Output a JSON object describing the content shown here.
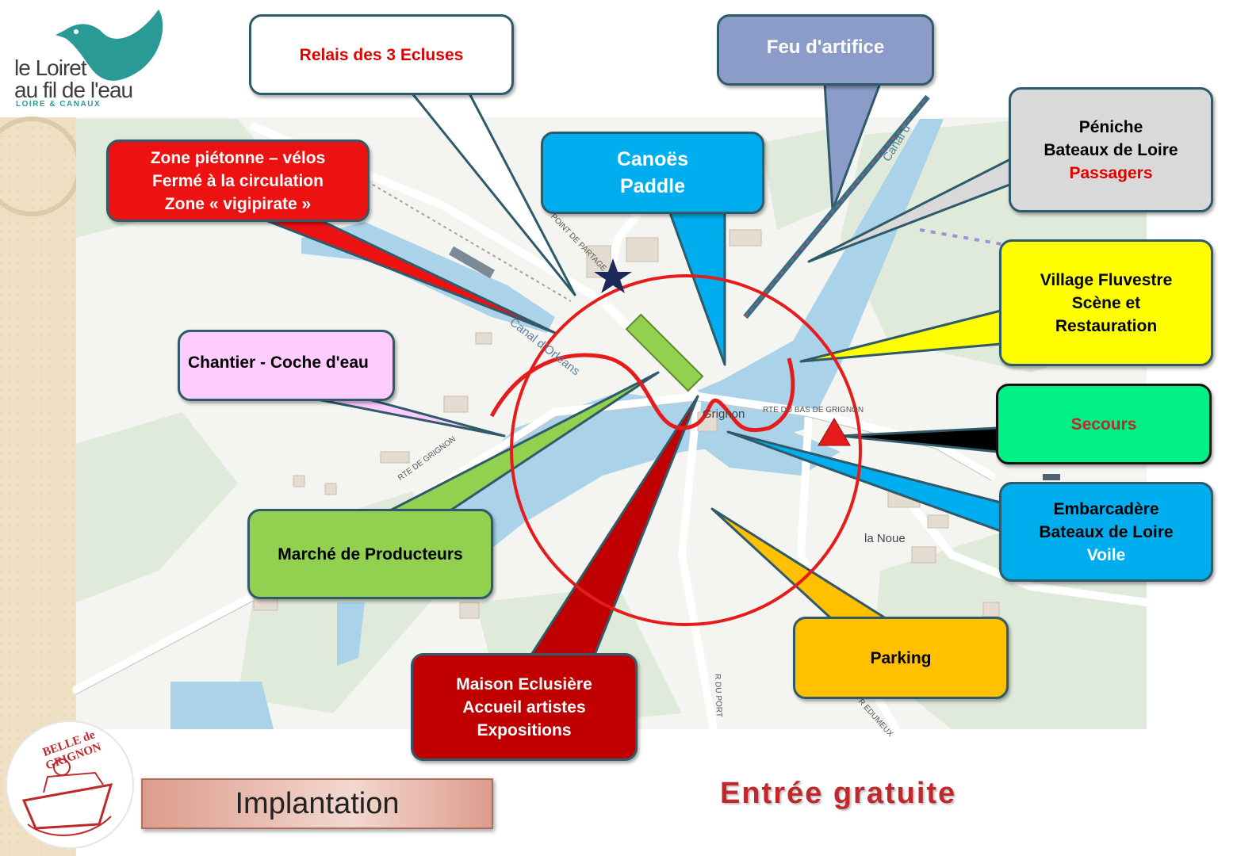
{
  "logo": {
    "line1": "le Loiret",
    "line2": "au fil de l'eau",
    "tagline": "LOIRE & CANAUX",
    "accent": "#2a9a96"
  },
  "badge": {
    "text": "BELLE de GRIGNON",
    "color": "#c0282d"
  },
  "title_box": {
    "label": "Implantation"
  },
  "footer": {
    "entry": "Entrée gratuite",
    "color": "#c0282d"
  },
  "map_labels": {
    "canal": "Canal d'Orléans",
    "canal_short": "Canal d'",
    "village": "Grignon",
    "hamlet": "la Noue",
    "road_grignon": "RTE DE GRIGNON",
    "road_bas": "RTE DU BAS DE GRIGNON",
    "road_point": "POINT DE PARTAGE",
    "road_port": "R DU PORT",
    "road_rsw": "R EDUMEUX"
  },
  "callouts": {
    "relais": {
      "lines": [
        "Relais des 3 Ecluses"
      ],
      "bg": "#ffffff",
      "text_color": "#e00000"
    },
    "feu": {
      "lines": [
        "Feu d'artifice"
      ],
      "bg": "#8a9cc7",
      "text_color": "#ffffff"
    },
    "peniche": {
      "lines": [
        "Péniche",
        "Bateaux de Loire",
        "Passagers"
      ],
      "bg": "#d9d9d9",
      "text_color": "#000000",
      "accent_color": "#e00000"
    },
    "zone": {
      "lines": [
        "Zone piétonne – vélos",
        "Fermé à la circulation",
        "Zone « vigipirate »"
      ],
      "bg": "#ee1111",
      "text_color": "#ffffff"
    },
    "canoes": {
      "lines": [
        "Canoës",
        "Paddle"
      ],
      "bg": "#00aeef",
      "text_color": "#ffffff"
    },
    "village": {
      "lines": [
        "Village Fluvestre",
        "Scène et",
        "Restauration"
      ],
      "bg": "#ffff00",
      "text_color": "#000000"
    },
    "chantier": {
      "lines": [
        "Chantier - Coche d'eau"
      ],
      "bg": "#ffccff",
      "text_color": "#000000"
    },
    "secours": {
      "lines": [
        "Secours"
      ],
      "bg": "#00f088",
      "text_color": "#c0282d"
    },
    "embarcadere": {
      "lines": [
        "Embarcadère",
        "Bateaux de Loire",
        "Voile"
      ],
      "bg": "#00aeef",
      "text_color": "#000000",
      "accent_color": "#ffffff"
    },
    "marche": {
      "lines": [
        "Marché de Producteurs"
      ],
      "bg": "#92d050",
      "text_color": "#000000"
    },
    "parking": {
      "lines": [
        "Parking"
      ],
      "bg": "#ffc000",
      "text_color": "#000000"
    },
    "maison": {
      "lines": [
        "Maison Eclusière",
        "Accueil artistes",
        "Expositions"
      ],
      "bg": "#c00000",
      "text_color": "#ffffff"
    }
  }
}
